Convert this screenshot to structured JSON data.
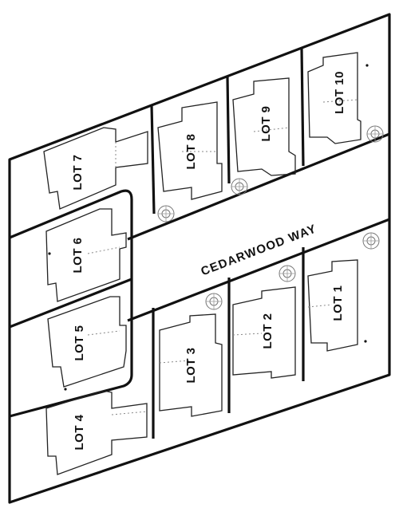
{
  "street": {
    "name": "CEDARWOOD WAY"
  },
  "lots": [
    {
      "id": "lot-1",
      "label": "LOT 1"
    },
    {
      "id": "lot-2",
      "label": "LOT 2"
    },
    {
      "id": "lot-3",
      "label": "LOT 3"
    },
    {
      "id": "lot-4",
      "label": "LOT 4"
    },
    {
      "id": "lot-5",
      "label": "LOT 5"
    },
    {
      "id": "lot-6",
      "label": "LOT 6"
    },
    {
      "id": "lot-7",
      "label": "LOT 7"
    },
    {
      "id": "lot-8",
      "label": "LOT 8"
    },
    {
      "id": "lot-9",
      "label": "LOT 9"
    },
    {
      "id": "lot-10",
      "label": "LOT 10"
    }
  ],
  "colors": {
    "line": "#111111",
    "background": "#ffffff"
  }
}
